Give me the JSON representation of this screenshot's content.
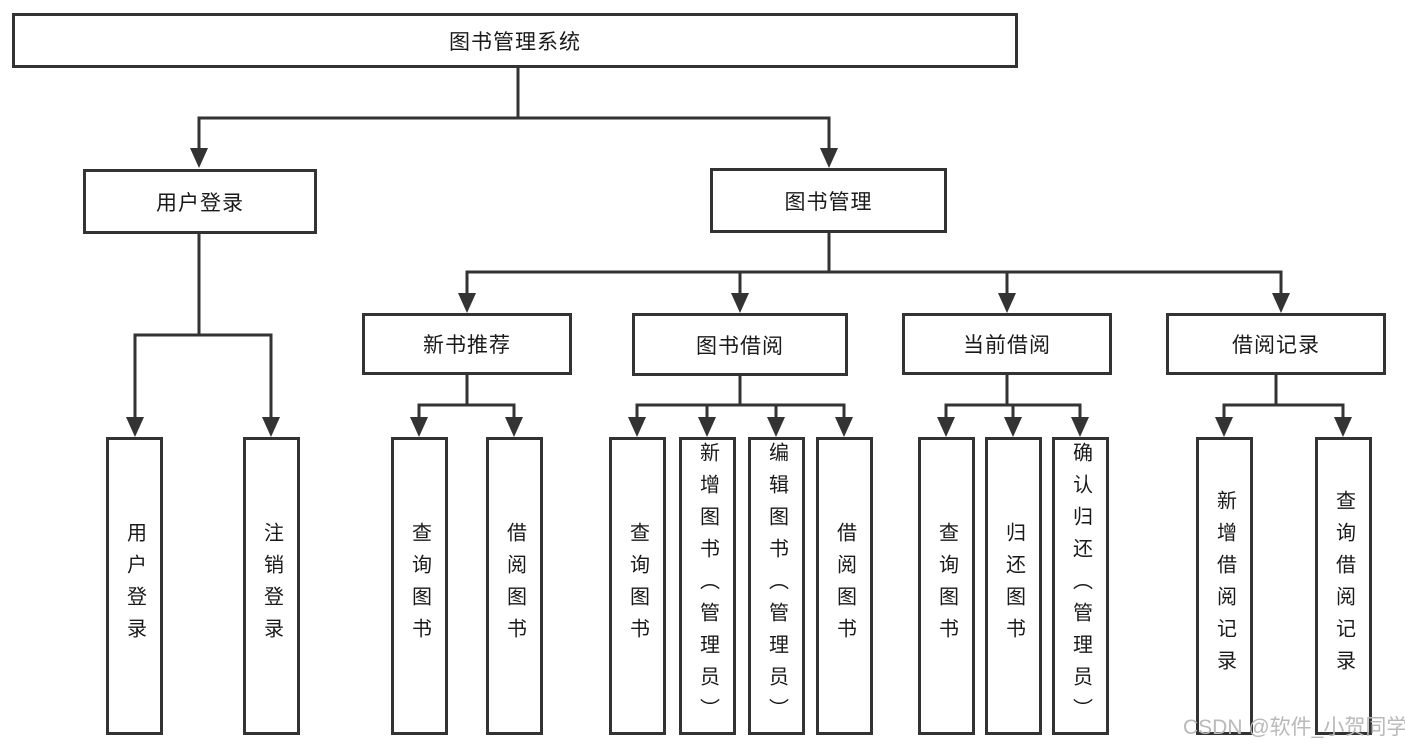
{
  "diagram": {
    "root": {
      "label": "图书管理系统"
    },
    "branches": [
      {
        "label": "用户登录",
        "children": [
          {
            "label": "用户登录"
          },
          {
            "label": "注销登录"
          }
        ]
      },
      {
        "label": "图书管理",
        "children": [
          {
            "label": "新书推荐",
            "children": [
              {
                "label": "查询图书"
              },
              {
                "label": "借阅图书"
              }
            ]
          },
          {
            "label": "图书借阅",
            "children": [
              {
                "label": "查询图书"
              },
              {
                "label": "新增图书（管理员）"
              },
              {
                "label": "编辑图书（管理员）"
              },
              {
                "label": "借阅图书"
              }
            ]
          },
          {
            "label": "当前借阅",
            "children": [
              {
                "label": "查询图书"
              },
              {
                "label": "归还图书"
              },
              {
                "label": "确认归还（管理员）"
              }
            ]
          },
          {
            "label": "借阅记录",
            "children": [
              {
                "label": "新增借阅记录"
              },
              {
                "label": "查询借阅记录"
              }
            ]
          }
        ]
      }
    ]
  },
  "watermark": {
    "text": "CSDN @软件_小贺同学"
  },
  "colors": {
    "line": "#333333",
    "box_border": "#333333",
    "text": "#1a1a1a",
    "background": "#ffffff",
    "watermark": "#b9b9b9"
  }
}
